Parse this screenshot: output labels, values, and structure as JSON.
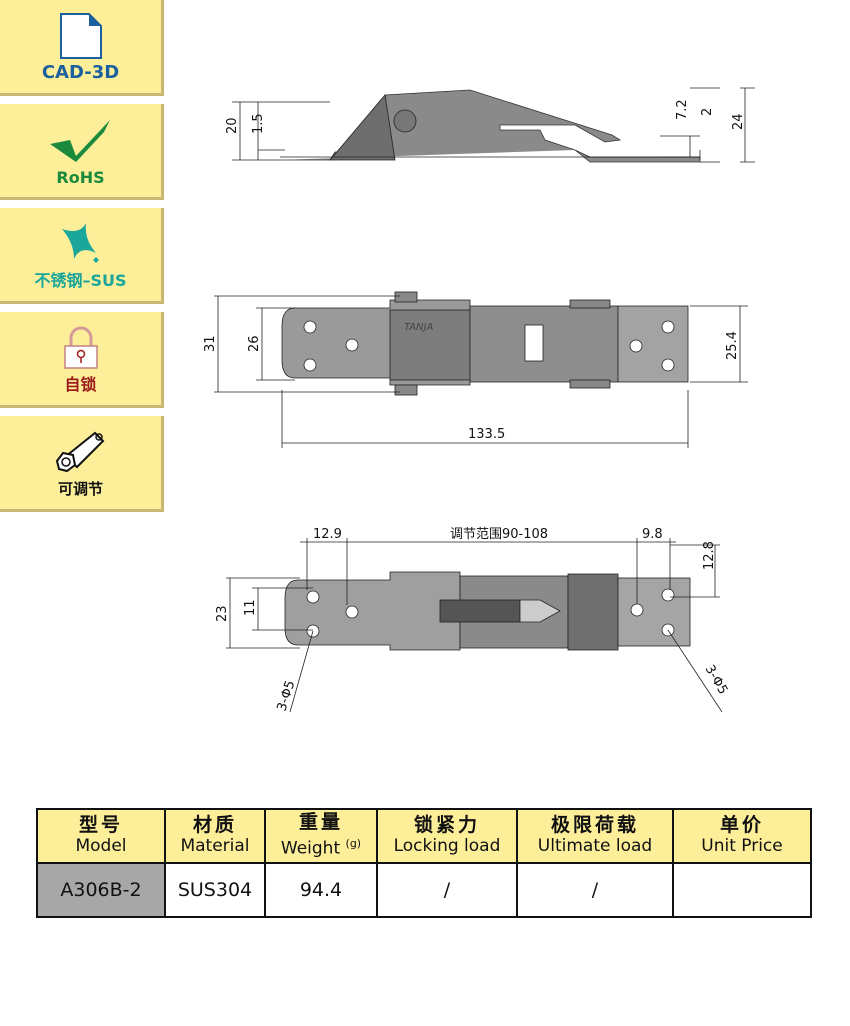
{
  "sidebar": {
    "items": [
      {
        "label": "CAD-3D",
        "icon": "document-icon",
        "color": "#1a5f9e"
      },
      {
        "label": "RoHS",
        "icon": "checkmark-icon",
        "color": "#1b8a3c"
      },
      {
        "label": "不锈钢–SUS",
        "icon": "sparkle-icon",
        "color": "#1aa69a"
      },
      {
        "label": "自锁",
        "icon": "padlock-icon",
        "color": "#9b1b1b"
      },
      {
        "label": "可调节",
        "icon": "wrench-icon",
        "color": "#111111"
      }
    ]
  },
  "drawing": {
    "side_view": {
      "dims": [
        "20",
        "1.5",
        "7.2",
        "2",
        "24"
      ]
    },
    "top_view": {
      "brand": "TANJA",
      "dims": [
        "31",
        "26",
        "25.4",
        "133.5"
      ]
    },
    "bottom_view": {
      "dims": [
        "12.9",
        "调节范围90-108",
        "9.8",
        "12.8",
        "23",
        "11",
        "3-Φ5",
        "3-Φ5"
      ]
    }
  },
  "table": {
    "headers": [
      {
        "cn": "型号",
        "en": "Model"
      },
      {
        "cn": "材质",
        "en": "Material"
      },
      {
        "cn": "重量",
        "en": "Weight",
        "unit": "(g)"
      },
      {
        "cn": "锁紧力",
        "en": "Locking load"
      },
      {
        "cn": "极限荷载",
        "en": "Ultimate load"
      },
      {
        "cn": "单价",
        "en": "Unit Price"
      }
    ],
    "row": [
      "A306B-2",
      "SUS304",
      "94.4",
      "/",
      "/",
      ""
    ]
  }
}
